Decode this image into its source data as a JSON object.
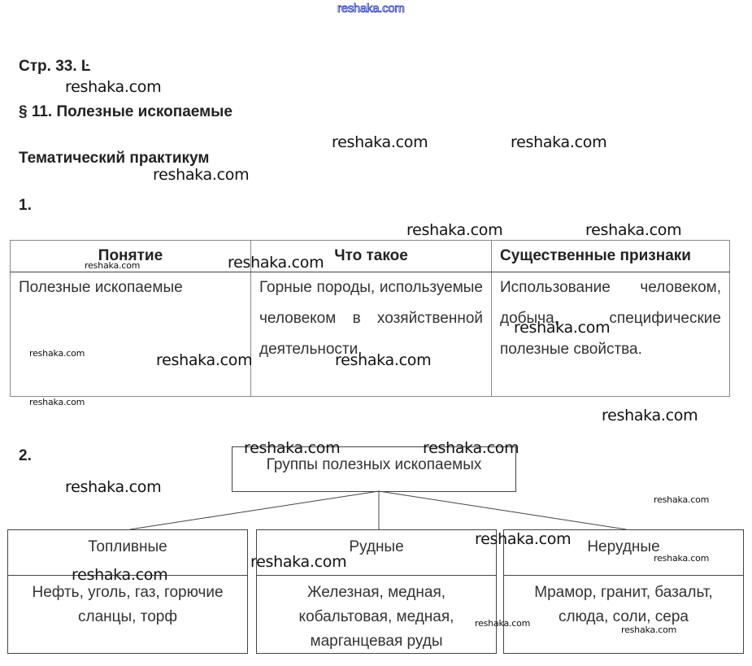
{
  "header": {
    "page_ref": "Стр. 33. Ŀ",
    "section": "§ 11. Полезные ископаемые",
    "subtitle": "Тематический практикум"
  },
  "task1": {
    "number": "1.",
    "columns": [
      "Понятие",
      "Что такое",
      "Существенные признаки"
    ],
    "rows": [
      [
        "Полезные ископаемые",
        "Горные породы, используемые человеком в хозяйственной деятельности.",
        "Использование человеком, добыча, специфические полезные свойства."
      ]
    ]
  },
  "task2": {
    "number": "2.",
    "root": "Группы полезных ископаемых",
    "groups": [
      {
        "title": "Топливные",
        "items": "Нефть, уголь, газ, горючие сланцы, торф"
      },
      {
        "title": "Рудные",
        "items": "Железная, медная, кобальтовая, медная, марганцевая руды"
      },
      {
        "title": "Нерудные",
        "items": "Мрамор, гранит, базальт, слюда, соли, сера"
      }
    ]
  },
  "watermarks": [
    "reshaka.com",
    "reshaka.com",
    "reshaka.com",
    "reshaka.com",
    "reshaka.com",
    "reshaka.com",
    "reshaka.com",
    "reshaka.com",
    "reshaka.com",
    "reshaka.com",
    "reshaka.com",
    "reshaka.com",
    "reshaka.com",
    "reshaka.com",
    "reshaka.com",
    "reshaka.com",
    "reshaka.com",
    "reshaka.com",
    "reshaka.com",
    "reshaka.com",
    "reshaka.com",
    "reshaka.com",
    "reshaka.com",
    "reshaka.com",
    "reshaka.com"
  ]
}
